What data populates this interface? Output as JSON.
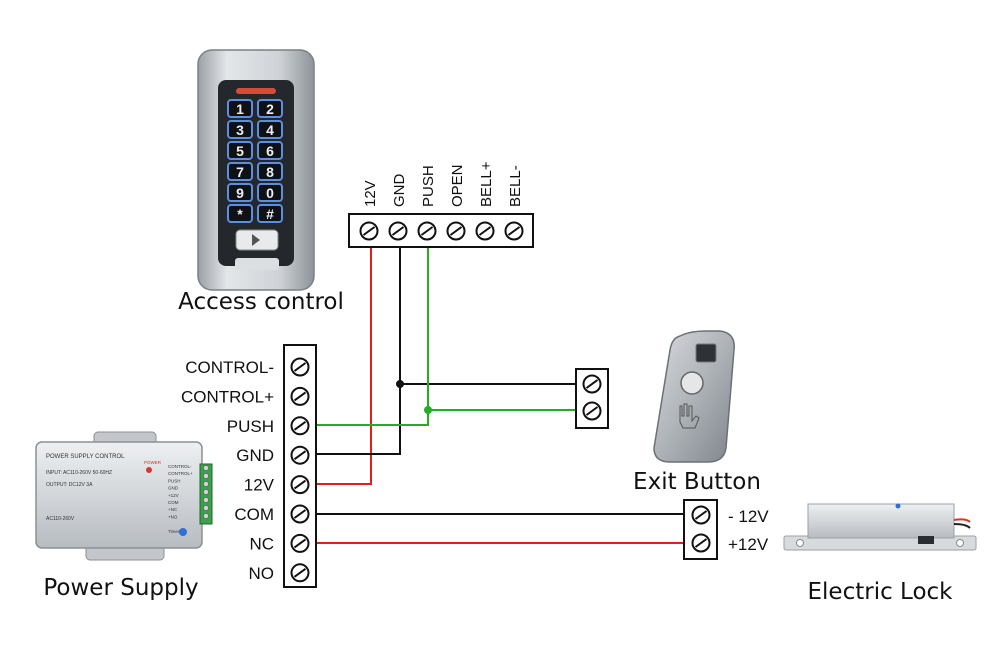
{
  "access_control": {
    "caption": "Access control",
    "keys": [
      "1",
      "2",
      "3",
      "4",
      "5",
      "6",
      "7",
      "8",
      "9",
      "0",
      "*",
      "#"
    ]
  },
  "controller_terminals": [
    "12V",
    "GND",
    "PUSH",
    "OPEN",
    "BELL+",
    "BELL-"
  ],
  "power_supply": {
    "caption": "Power Supply",
    "panel_title": "POWER SUPPLY CONTROL",
    "input_spec": "INPUT: AC110-260V 50-60HZ",
    "output_spec": "OUTPUT: DC12V 3A",
    "model": "AC110-260V",
    "power_led": "POWER",
    "timer_label": "Timer",
    "panel_terminals": [
      "CONTROL-",
      "CONTROL+",
      "PUSH",
      "GND",
      "+12V",
      "COM",
      "+NC",
      "+NO"
    ],
    "terminals": [
      "CONTROL-",
      "CONTROL+",
      "PUSH",
      "GND",
      "12V",
      "COM",
      "NC",
      "NO"
    ]
  },
  "exit_button": {
    "caption": "Exit Button"
  },
  "electric_lock": {
    "caption": "Electric Lock",
    "terminals": [
      "- 12V",
      "+12V"
    ]
  },
  "colors": {
    "red_wire": "#e02020",
    "black_wire": "#111111",
    "green_wire": "#22b022",
    "device_silver": "#c9cdd2",
    "key_blue": "#5b8fe0"
  }
}
